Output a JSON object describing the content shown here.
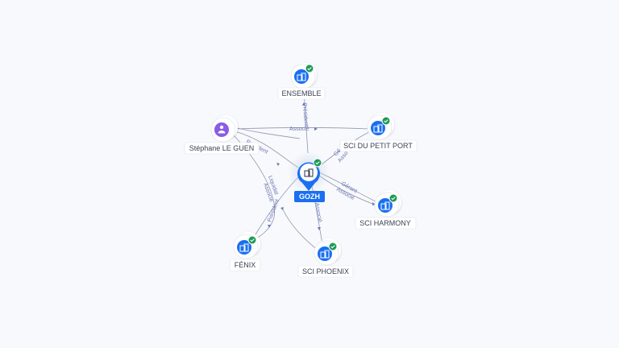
{
  "colors": {
    "background": "#f8f9fc",
    "company": "#1a6ff2",
    "person": "#8a5be6",
    "check": "#1e9a55",
    "edge": "#8e97b0",
    "edge_label": "#6b75b8"
  },
  "center": {
    "label": "GOZH",
    "icon": "building-icon"
  },
  "nodes": {
    "ensemble": {
      "label": "ENSEMBLE",
      "icon": "building-icon"
    },
    "stephane": {
      "label": "Stéphane LE GUEN",
      "icon": "person-icon"
    },
    "petit_port": {
      "label": "SCI DU PETIT PORT",
      "icon": "building-icon"
    },
    "harmony": {
      "label": "SCI HARMONY",
      "icon": "building-icon"
    },
    "fenix": {
      "label": "FÉNIX",
      "icon": "building-icon"
    },
    "phoenix": {
      "label": "SCI PHOENIX",
      "icon": "building-icon"
    }
  },
  "edge_labels": {
    "gozh_ensemble": "Président",
    "stephane_petit_port": "Associé",
    "stephane_gozh": "Président",
    "gozh_petit_port_1": "Gé",
    "gozh_petit_port_2": "Asso",
    "gozh_harmony_1": "Gérant",
    "gozh_harmony_2": "Associé",
    "gozh_phoenix": "Associé",
    "stephane_fenix_1": "Liquidat",
    "stephane_fenix_2": "Associé",
    "phoenix_fenix": "Président"
  }
}
